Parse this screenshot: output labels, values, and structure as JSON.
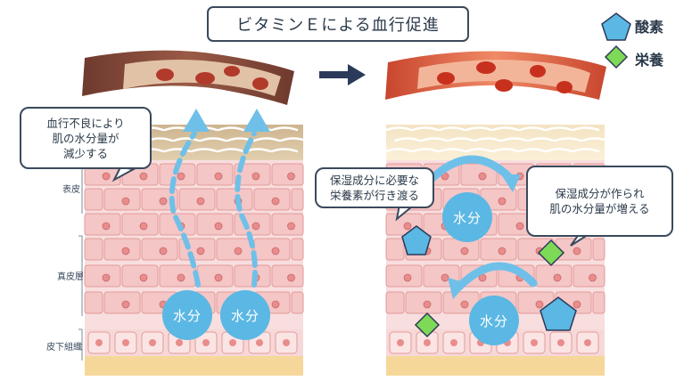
{
  "title": "ビタミンＥによる血行促進",
  "legend": {
    "oxygen": "酸素",
    "nutrition": "栄養",
    "oxygen_color": "#5bb7e3",
    "nutrition_color": "#7ed957"
  },
  "callouts": {
    "left": [
      "血行不良により",
      "肌の水分量が",
      "減少する"
    ],
    "right_top": [
      "保湿成分に必要な",
      "栄養素が行き渡る"
    ],
    "right_side": [
      "保湿成分が作られ",
      "肌の水分量が増える"
    ]
  },
  "layers": {
    "epidermis": "表皮",
    "dermis": "真皮層",
    "subcutaneous": "皮下組織"
  },
  "water_label": "水分",
  "colors": {
    "vessel_dark": "#8a4a3a",
    "vessel_bright": "#e06a4a",
    "skin_cell": "#f4c6c6",
    "cell_border": "#e39a9a",
    "arrow": "#6fc0e8",
    "text": "#2b3a4a"
  }
}
